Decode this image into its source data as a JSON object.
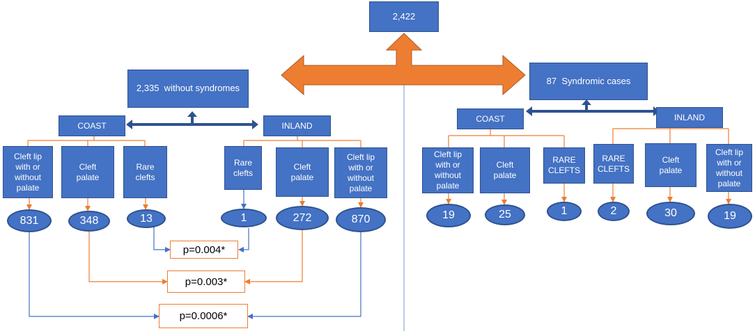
{
  "root": {
    "total": "2,422"
  },
  "groups": {
    "nonsyndromic": {
      "label": "2,335  without syndromes"
    },
    "syndromic": {
      "label": "87  Syndromic cases"
    }
  },
  "left": {
    "coast": {
      "label": "COAST",
      "cleft_lip": {
        "label": "Cleft lip\nwith or\nwithout\npalate",
        "count": "831"
      },
      "cleft_palate": {
        "label": "Cleft\npalate",
        "count": "348"
      },
      "rare": {
        "label": "Rare\nclefts",
        "count": "13"
      }
    },
    "inland": {
      "label": "INLAND",
      "rare": {
        "label": "Rare\nclefts",
        "count": "1"
      },
      "cleft_palate": {
        "label": "Cleft\npalate",
        "count": "272"
      },
      "cleft_lip": {
        "label": "Cleft lip\nwith or\nwithout\npalate",
        "count": "870"
      }
    }
  },
  "right": {
    "coast": {
      "label": "COAST",
      "cleft_lip": {
        "label": "Cleft lip\nwith or\nwithout\npalate",
        "count": "19"
      },
      "cleft_palate": {
        "label": "Cleft\npalate",
        "count": "25"
      },
      "rare": {
        "label": "RARE\nCLEFTS",
        "count": "1"
      }
    },
    "inland": {
      "label": "INLAND",
      "rare": {
        "label": "RARE\nCLEFTS",
        "count": "2"
      },
      "cleft_palate": {
        "label": "Cleft\npalate",
        "count": "30"
      },
      "cleft_lip": {
        "label": "Cleft lip\nwith or\nwithout\npalate",
        "count": "19"
      }
    }
  },
  "comparisons": {
    "rare": "p=0.004*",
    "cleft_palate": "p=0.003*",
    "cleft_lip": "p=0.0006*"
  },
  "colors": {
    "box_fill": "#4472c4",
    "box_border": "#2f528f",
    "orange": "#ed7d31",
    "blue_line": "#4472c4"
  }
}
